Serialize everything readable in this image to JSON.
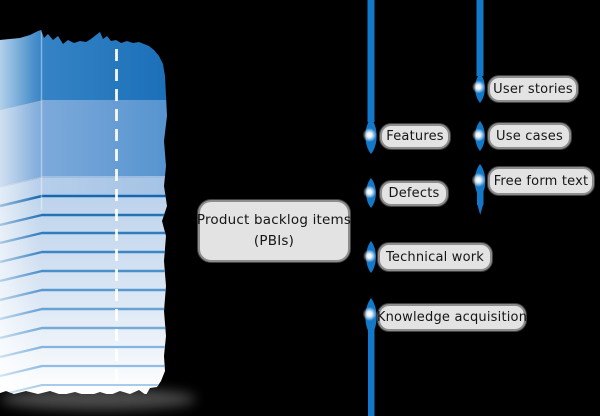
{
  "diagram": {
    "kind": "product-backlog-composition-diagram",
    "background_color": "#000000"
  },
  "nodes": {
    "root": {
      "line1": "Product backlog items",
      "line2": "(PBIs)"
    },
    "level1": [
      {
        "id": "features",
        "label": "Features"
      },
      {
        "id": "defects",
        "label": "Defects"
      },
      {
        "id": "technical-work",
        "label": "Technical work"
      },
      {
        "id": "knowledge-acquisition",
        "label": "Knowledge acquisition"
      }
    ],
    "level2": [
      {
        "id": "user-stories",
        "label": "User stories"
      },
      {
        "id": "use-cases",
        "label": "Use cases"
      },
      {
        "id": "free-form-text",
        "label": "Free form text"
      }
    ]
  },
  "colors": {
    "branch_blue": "#1478c8",
    "marker_glow": "#ffffff",
    "node_fill": "#e3e3e3",
    "node_border": "#8d8d8d",
    "node_text": "#151515",
    "stack_top_blue": "#2a7cc1",
    "stack_mid_blue": "#6fa3d6",
    "stack_light_blue": "#bdd3ec",
    "stack_bottom": "#ffffff",
    "separator_dark": "#1568b0",
    "dashed_line": "#ffffff",
    "shadow": "#5f5f5f"
  }
}
